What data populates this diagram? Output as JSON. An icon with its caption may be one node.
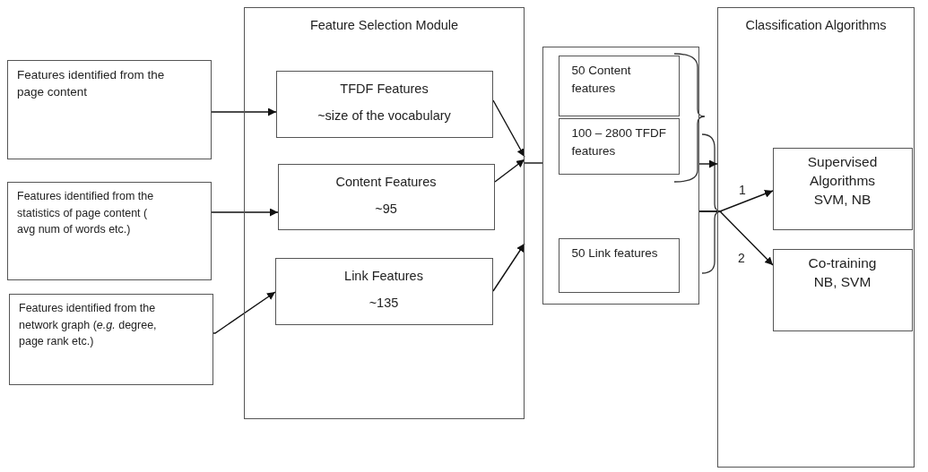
{
  "diagram": {
    "nodes": [
      {
        "text": [
          "Features identified from the page content"
        ]
      },
      {
        "text": [
          "Features identified from the statistics of page content ( avg num of words etc.)"
        ]
      },
      {
        "text": [
          "Features identified from the network graph (*e.g.* degree, page rank etc.)"
        ]
      },
      {
        "text": [
          "Feature Selection Module"
        ]
      },
      {
        "text": [
          "TFDF Features",
          "~size of the vocabulary"
        ],
        "in": 3
      },
      {
        "text": [
          "Content Features",
          "~95"
        ],
        "in": 3
      },
      {
        "text": [
          "Link Features",
          "~135"
        ],
        "in": 3
      },
      {
        "text": [],
        "shape": "box"
      },
      {
        "text": [
          "50 Content features"
        ],
        "in": 7
      },
      {
        "text": [
          "100 – 2800 TFDF  features"
        ],
        "in": 7
      },
      {
        "text": [
          "50 Link features"
        ],
        "in": 7
      },
      {
        "text": [
          "Classification Algorithms"
        ]
      },
      {
        "text": [
          "Supervised Algorithms SVM, NB"
        ],
        "in": 11
      },
      {
        "text": [
          "Co-training NB, SVM"
        ],
        "in": 11
      }
    ],
    "edges": [
      {
        "from": 0,
        "to": 4,
        "arrow": "to"
      },
      {
        "from": 1,
        "to": 5,
        "arrow": "to"
      },
      {
        "from": 2,
        "to": 6,
        "arrow": "to"
      },
      {
        "from": 4,
        "to": 3,
        "arrow": "to"
      },
      {
        "from": 5,
        "to": 3,
        "arrow": "to"
      },
      {
        "from": 6,
        "to": 3,
        "arrow": "to"
      },
      {
        "from": 3,
        "to": 7,
        "arrow": "none"
      },
      {
        "from": 7,
        "to": 11,
        "arrow": "to"
      },
      {
        "from": 7,
        "to": 12,
        "label": "1",
        "arrow": "to"
      },
      {
        "from": 7,
        "to": 13,
        "label": "2",
        "arrow": "to"
      }
    ]
  }
}
